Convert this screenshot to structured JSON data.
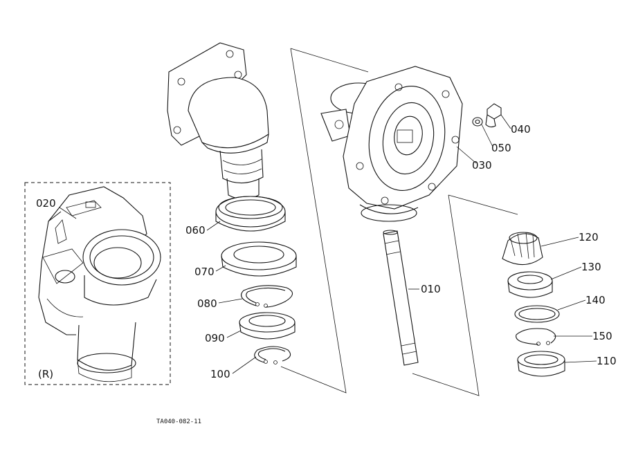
{
  "parts": {
    "p010": "010",
    "p020": "020",
    "p030": "030",
    "p040": "040",
    "p050": "050",
    "p060": "060",
    "p070": "070",
    "p080": "080",
    "p090": "090",
    "p100": "100",
    "p110": "110",
    "p120": "120",
    "p130": "130",
    "p140": "140",
    "p150": "150"
  },
  "inset_label": "(R)",
  "drawing_code": "TA040-082-11"
}
